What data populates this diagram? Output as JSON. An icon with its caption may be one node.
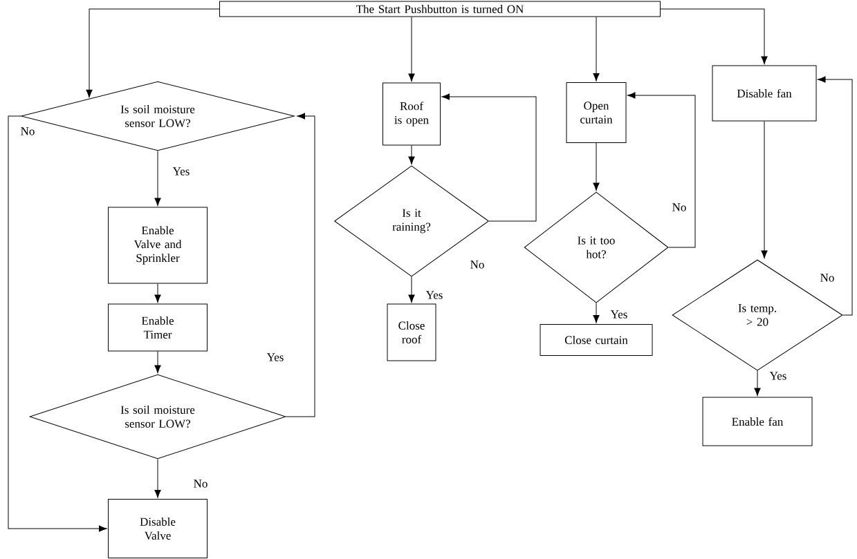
{
  "diagram": {
    "nodes": [
      {
        "text": [
          "The Start Pushbutton is turned ON"
        ]
      },
      {
        "text": [
          "Is soil moisture sensor LOW?"
        ]
      },
      {
        "text": [
          "Enable Valve and Sprinkler"
        ]
      },
      {
        "text": [
          "Enable Timer"
        ]
      },
      {
        "text": [
          "Is soil moisture sensor LOW?"
        ]
      },
      {
        "text": [
          "Disable Valve"
        ]
      },
      {
        "text": [
          "Roof is open"
        ]
      },
      {
        "text": [
          "Is it raining?"
        ]
      },
      {
        "text": [
          "Close roof"
        ]
      },
      {
        "text": [
          "Open curtain"
        ]
      },
      {
        "text": [
          "Is it too hot?"
        ]
      },
      {
        "text": [
          "Close curtain"
        ]
      },
      {
        "text": [
          "Disable fan"
        ]
      },
      {
        "text": [
          "Is temp. > 20"
        ]
      },
      {
        "text": [
          "Enable fan"
        ]
      }
    ],
    "edges": [
      {
        "from": 0,
        "to": 1,
        "arrow": "to"
      },
      {
        "from": 1,
        "to": 2,
        "arrow": "to",
        "label": "Yes"
      },
      {
        "from": 1,
        "to": 5,
        "arrow": "to",
        "label": "No"
      },
      {
        "from": 2,
        "to": 3,
        "arrow": "to"
      },
      {
        "from": 3,
        "to": 4,
        "arrow": "to"
      },
      {
        "from": 4,
        "to": 5,
        "arrow": "to",
        "label": "No"
      },
      {
        "from": 4,
        "to": 1,
        "arrow": "to",
        "label": "Yes"
      },
      {
        "from": 0,
        "to": 6,
        "arrow": "to"
      },
      {
        "from": 6,
        "to": 7,
        "arrow": "to"
      },
      {
        "from": 7,
        "to": 6,
        "arrow": "to",
        "label": "No"
      },
      {
        "from": 7,
        "to": 8,
        "arrow": "to",
        "label": "Yes"
      },
      {
        "from": 0,
        "to": 9,
        "arrow": "to"
      },
      {
        "from": 9,
        "to": 10,
        "arrow": "to"
      },
      {
        "from": 10,
        "to": 9,
        "arrow": "to",
        "label": "No"
      },
      {
        "from": 10,
        "to": 11,
        "arrow": "to",
        "label": "Yes"
      },
      {
        "from": 0,
        "to": 12,
        "arrow": "to"
      },
      {
        "from": 12,
        "to": 13,
        "arrow": "to"
      },
      {
        "from": 13,
        "to": 12,
        "arrow": "to",
        "label": "No"
      },
      {
        "from": 13,
        "to": 14,
        "arrow": "to",
        "label": "Yes"
      }
    ]
  }
}
